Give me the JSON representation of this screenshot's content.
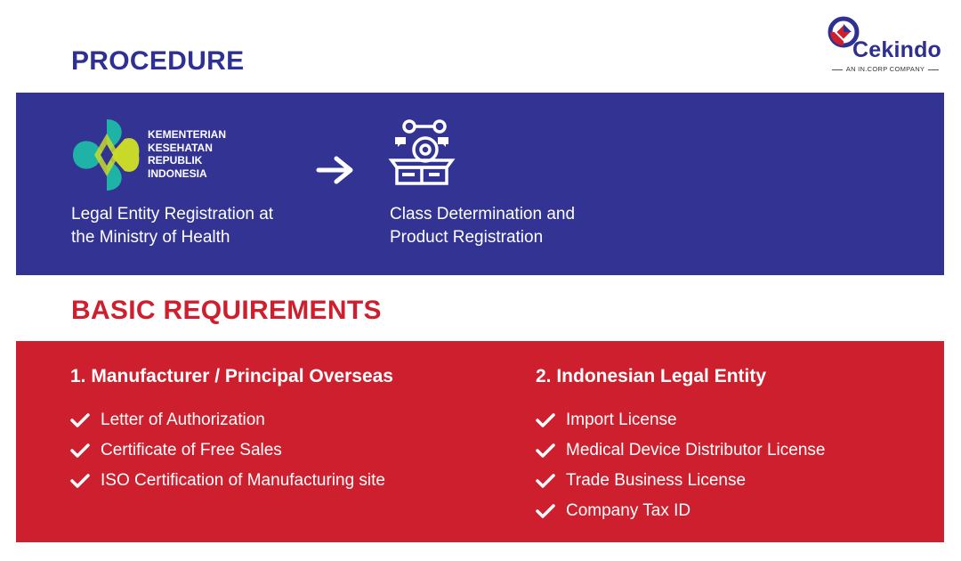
{
  "brand": {
    "name": "Cekindo",
    "tagline": "AN IN.CORP COMPANY",
    "colors": {
      "blue": "#2f3192",
      "red": "#cd1f2d"
    }
  },
  "procedure": {
    "title": "PROCEDURE",
    "ministry_logo_text": [
      "KEMENTERIAN",
      "KESEHATAN",
      "REPUBLIK",
      "INDONESIA"
    ],
    "steps": [
      {
        "icon": "ministry-logo",
        "lines": [
          "Legal Entity Registration at",
          "the Ministry of Health"
        ]
      },
      {
        "icon": "factory-gear-icon",
        "lines": [
          "Class Determination and",
          "Product Registration"
        ]
      }
    ],
    "connector_icon": "arrow-right-icon"
  },
  "requirements": {
    "title": "BASIC REQUIREMENTS",
    "columns": [
      {
        "heading": "1. Manufacturer / Principal Overseas",
        "items": [
          "Letter of Authorization",
          "Certificate of Free Sales",
          "ISO Certification of Manufacturing site"
        ]
      },
      {
        "heading": "2. Indonesian Legal Entity",
        "items": [
          "Import License",
          "Medical Device Distributor License",
          "Trade Business License",
          "Company Tax ID"
        ]
      }
    ],
    "item_icon": "checkmark-icon"
  }
}
